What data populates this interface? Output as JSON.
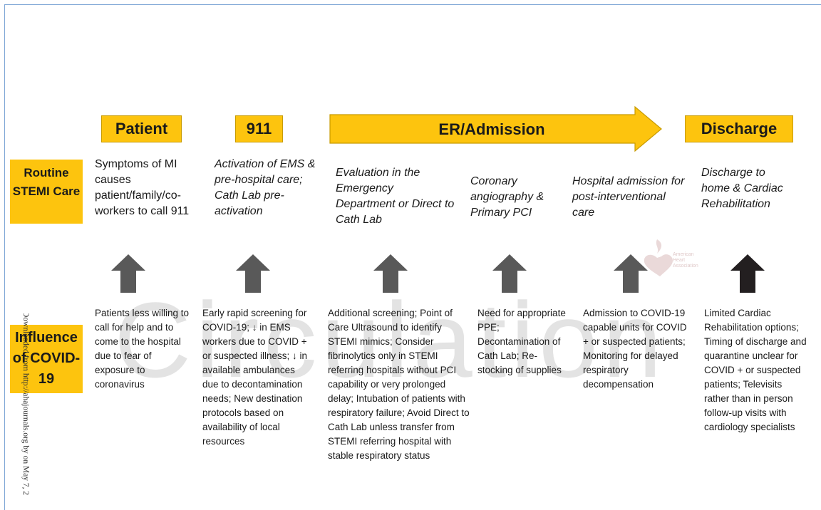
{
  "colors": {
    "accent": "#fdc40e",
    "arrow_gray": "#595959",
    "arrow_dark": "#231f20"
  },
  "watermark": "Circulation",
  "side_text": "Downloaded from http://ahajournals.org by on May 7, 2",
  "logo": {
    "icon": "heart-torch-icon",
    "text": "American Heart Association"
  },
  "stages": [
    {
      "id": "patient",
      "label": "Patient"
    },
    {
      "id": "911",
      "label": "911"
    },
    {
      "id": "er",
      "label": "ER/Admission"
    },
    {
      "id": "discharge",
      "label": "Discharge"
    }
  ],
  "rows": {
    "routine": {
      "label": "Routine STEMI Care"
    },
    "covid": {
      "label": "Influence of COVID-19"
    }
  },
  "routine_items": [
    "Symptoms of MI causes patient/family/co-workers to call 911",
    "Activation of EMS & pre-hospital care; Cath Lab pre-activation",
    "Evaluation in the Emergency Department or Direct to Cath Lab",
    "Coronary angiography & Primary PCI",
    "Hospital admission for post-interventional care",
    "Discharge to home & Cardiac Rehabilitation"
  ],
  "covid_items": [
    "Patients less willing to call for help and to come to the hospital due to fear of exposure to coronavirus",
    "Early rapid screening for COVID-19; ↓ in EMS workers due to COVID + or suspected illness; ↓ in available ambulances due to decontamination needs; New destination protocols based on availability of local resources",
    "Additional screening; Point of Care Ultrasound to identify STEMI mimics; Consider fibrinolytics only in STEMI referring hospitals without PCI capability or very prolonged delay; Intubation of patients with respiratory failure; Avoid Direct to Cath Lab unless transfer from STEMI referring hospital with stable respiratory status",
    "Need for appropriate PPE; Decontamination of Cath Lab; Re-stocking of supplies",
    "Admission to COVID-19 capable units for COVID + or suspected patients; Monitoring for delayed respiratory decompensation",
    "Limited Cardiac Rehabilitation options; Timing of discharge and quarantine unclear for COVID + or suspected patients; Televisits rather than in person follow-up visits with cardiology specialists"
  ]
}
